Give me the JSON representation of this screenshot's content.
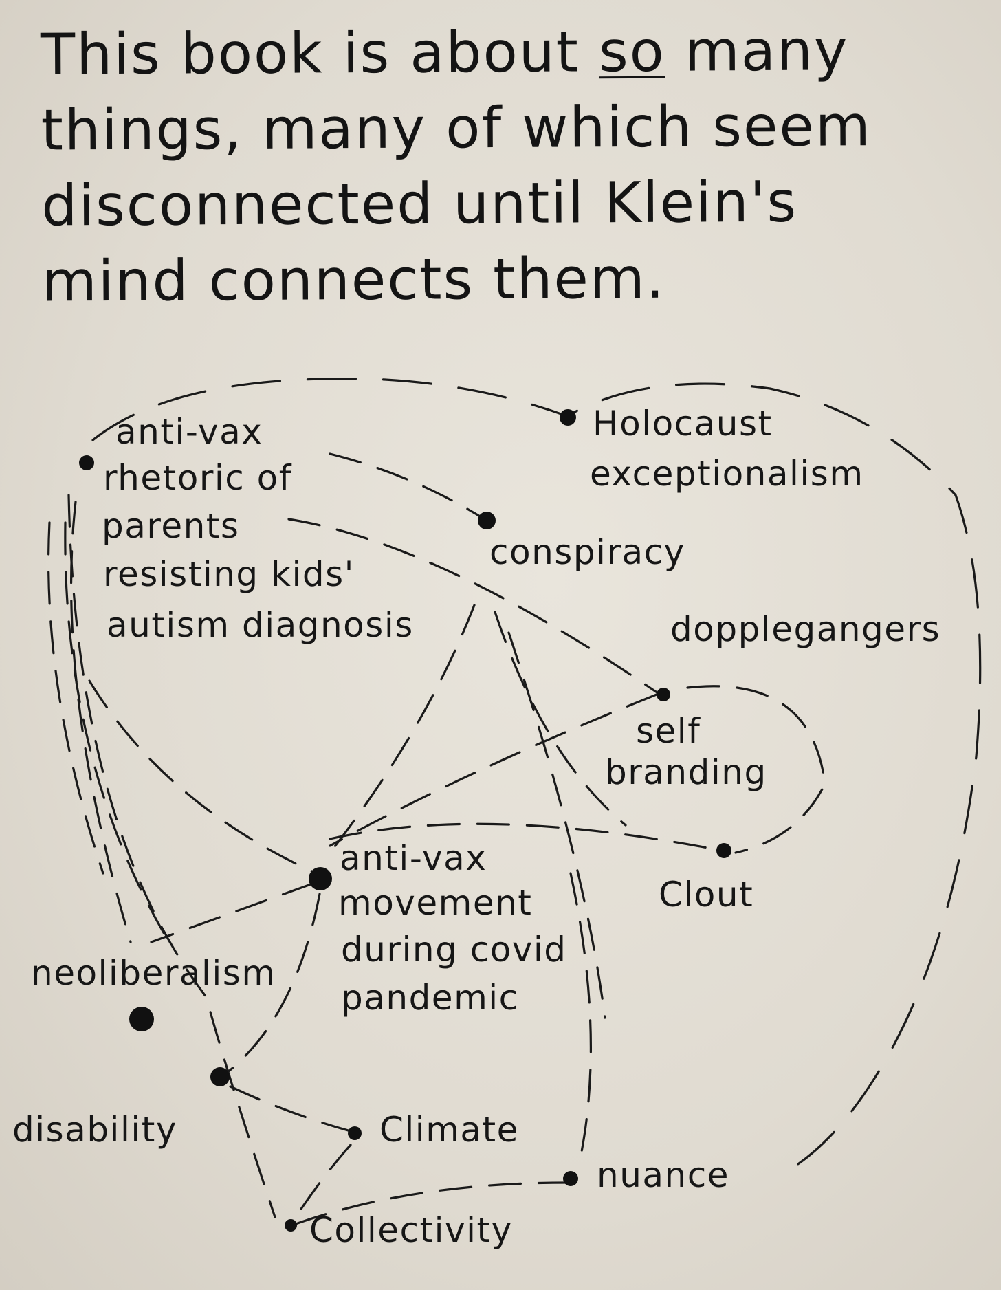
{
  "header": {
    "line1_pre": "This book is about ",
    "line1_emph": "so",
    "line1_post": " many",
    "line2": "things, many of which seem",
    "line3": "disconnected until Klein's",
    "line4": "mind connects them."
  },
  "nodes": {
    "antivax_rhetoric": [
      "anti-vax",
      "rhetoric of",
      "parents",
      "resisting kids'",
      "autism diagnosis"
    ],
    "holocaust": [
      "Holocaust",
      "exceptionalism"
    ],
    "conspiracy": [
      "conspiracy"
    ],
    "dopplegangers": [
      "dopplegangers"
    ],
    "self_branding": [
      "self",
      "branding"
    ],
    "clout": [
      "Clout"
    ],
    "antivax_movement": [
      "anti-vax",
      "movement",
      "during covid",
      "pandemic"
    ],
    "neoliberalism": [
      "neoliberalism"
    ],
    "disability": [
      "disability"
    ],
    "climate": [
      "Climate"
    ],
    "nuance": [
      "nuance"
    ],
    "collectivity": [
      "Collectivity"
    ]
  }
}
